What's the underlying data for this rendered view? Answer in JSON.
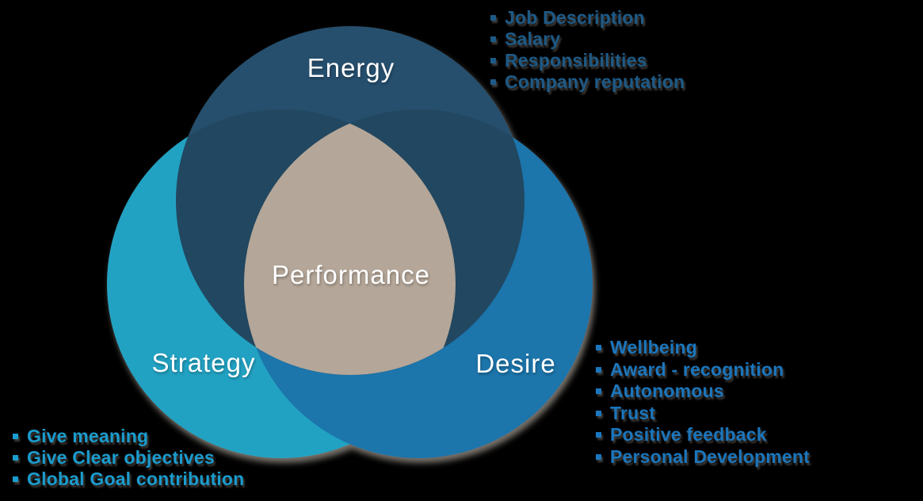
{
  "background": "#000000",
  "diagram": {
    "title": "Performance Venn diagram",
    "circles": [
      {
        "id": "energy",
        "label": "Energy",
        "color": "#25506E"
      },
      {
        "id": "strategy",
        "label": "Strategy",
        "color": "#20A2C2"
      },
      {
        "id": "desire",
        "label": "Desire",
        "color": "#1B75AB"
      }
    ],
    "center": {
      "label": "Performance",
      "color": "#B4A698"
    }
  },
  "lists": {
    "energy_factors": {
      "color": "#1D5A87",
      "items": [
        {
          "text": "Job Description"
        },
        {
          "text": "Salary"
        },
        {
          "text": "Responsibilities"
        },
        {
          "text": "Company reputation"
        }
      ]
    },
    "desire_factors": {
      "color": "#1B76BD",
      "items": [
        {
          "text": "Wellbeing"
        },
        {
          "text": "Award - recognition"
        },
        {
          "text": "Autonomous"
        },
        {
          "text": "Trust"
        },
        {
          "text": "Positive feedback"
        },
        {
          "text": "Personal Development"
        }
      ]
    },
    "strategy_factors": {
      "color": "#1A9CCE",
      "items": [
        {
          "text": "Give meaning"
        },
        {
          "text": "Give Clear objectives"
        },
        {
          "text": "Global Goal contribution"
        }
      ]
    }
  }
}
